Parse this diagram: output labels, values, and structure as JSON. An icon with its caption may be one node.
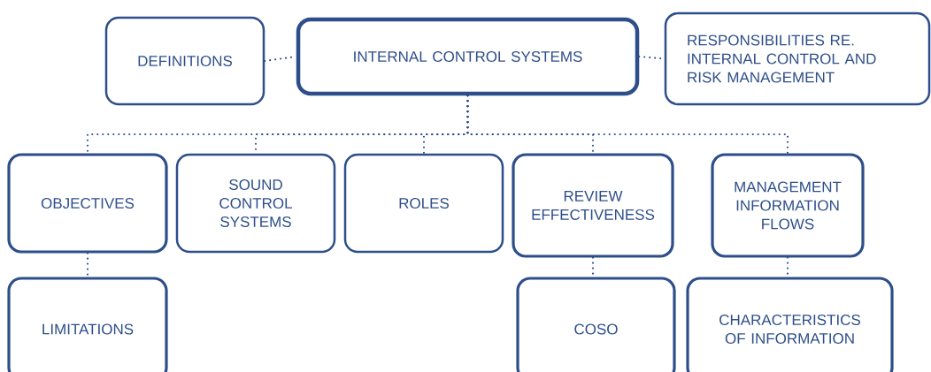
{
  "diagram": {
    "nodes": [
      {
        "text": [
          "DEFINITIONS"
        ]
      },
      {
        "text": [
          "INTERNAL CONTROL SYSTEMS"
        ]
      },
      {
        "text": [
          "RESPONSIBILITIES RE. INTERNAL CONTROL AND RISK MANAGEMENT"
        ]
      },
      {
        "text": [
          "OBJECTIVES"
        ]
      },
      {
        "text": [
          "SOUND CONTROL SYSTEMS"
        ]
      },
      {
        "text": [
          "ROLES"
        ]
      },
      {
        "text": [
          "REVIEW EFFECTIVENESS"
        ]
      },
      {
        "text": [
          "MANAGEMENT INFORMATION FLOWS"
        ]
      },
      {
        "text": [
          "LIMITATIONS"
        ]
      },
      {
        "text": [
          "COSO"
        ]
      },
      {
        "text": [
          "CHARACTERISTICS OF INFORMATION"
        ]
      }
    ],
    "edges": [
      {
        "from": 0,
        "to": 1,
        "arrow": "none"
      },
      {
        "from": 1,
        "to": 2,
        "arrow": "none"
      },
      {
        "from": 1,
        "to": 3,
        "arrow": "none"
      },
      {
        "from": 1,
        "to": 4,
        "arrow": "none"
      },
      {
        "from": 1,
        "to": 5,
        "arrow": "none"
      },
      {
        "from": 1,
        "to": 6,
        "arrow": "none"
      },
      {
        "from": 1,
        "to": 7,
        "arrow": "none"
      },
      {
        "from": 3,
        "to": 8,
        "arrow": "none"
      },
      {
        "from": 6,
        "to": 9,
        "arrow": "none"
      },
      {
        "from": 7,
        "to": 10,
        "arrow": "none"
      }
    ]
  }
}
